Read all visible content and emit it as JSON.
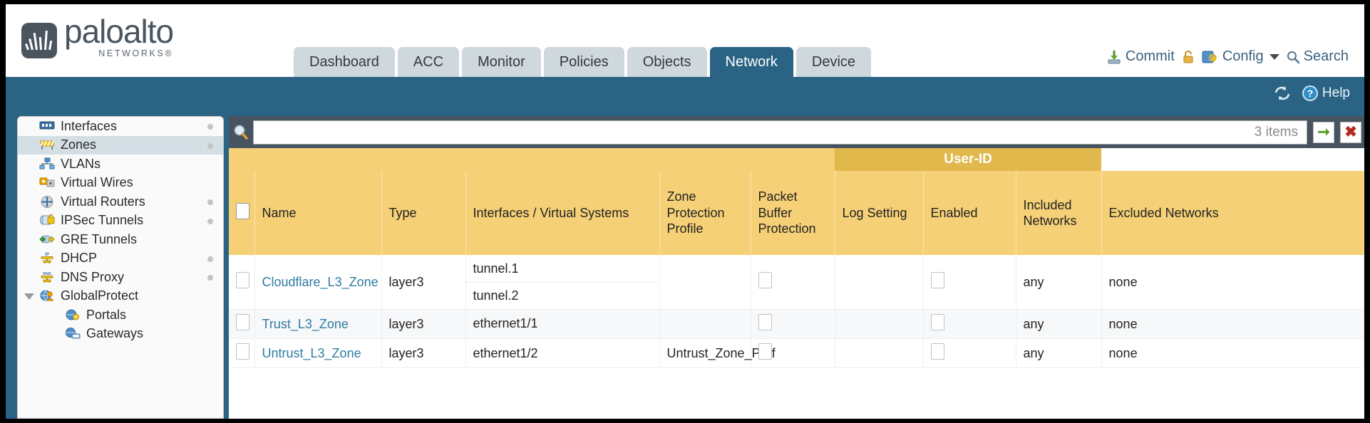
{
  "brand": {
    "name": "paloalto",
    "tagline": "NETWORKS®",
    "logo_icon": "paloalto-logo-icon"
  },
  "nav": {
    "tabs": [
      {
        "label": "Dashboard",
        "active": false
      },
      {
        "label": "ACC",
        "active": false
      },
      {
        "label": "Monitor",
        "active": false
      },
      {
        "label": "Policies",
        "active": false
      },
      {
        "label": "Objects",
        "active": false
      },
      {
        "label": "Network",
        "active": true
      },
      {
        "label": "Device",
        "active": false
      }
    ]
  },
  "topright": {
    "commit_label": "Commit",
    "commit_icon": "commit-save-icon",
    "lock_icon": "padlock-icon",
    "config_label": "Config",
    "config_icon": "config-wrench-icon",
    "config_caret": "chevron-down-icon",
    "search_label": "Search",
    "search_icon": "magnifier-icon"
  },
  "bluebar": {
    "refresh_icon": "refresh-icon",
    "help_label": "Help",
    "help_icon": "help-question-icon"
  },
  "sidebar": {
    "items": [
      {
        "label": "Interfaces",
        "icon": "interfaces-icon",
        "selected": false,
        "dot": true,
        "child": false,
        "tri": false
      },
      {
        "label": "Zones",
        "icon": "zones-icon",
        "selected": true,
        "dot": true,
        "child": false,
        "tri": false
      },
      {
        "label": "VLANs",
        "icon": "vlans-icon",
        "selected": false,
        "dot": false,
        "child": false,
        "tri": false
      },
      {
        "label": "Virtual Wires",
        "icon": "virtual-wires-icon",
        "selected": false,
        "dot": false,
        "child": false,
        "tri": false
      },
      {
        "label": "Virtual Routers",
        "icon": "virtual-routers-icon",
        "selected": false,
        "dot": true,
        "child": false,
        "tri": false
      },
      {
        "label": "IPSec Tunnels",
        "icon": "ipsec-tunnels-icon",
        "selected": false,
        "dot": true,
        "child": false,
        "tri": false
      },
      {
        "label": "GRE Tunnels",
        "icon": "gre-tunnels-icon",
        "selected": false,
        "dot": false,
        "child": false,
        "tri": false
      },
      {
        "label": "DHCP",
        "icon": "dhcp-icon",
        "selected": false,
        "dot": true,
        "child": false,
        "tri": false
      },
      {
        "label": "DNS Proxy",
        "icon": "dns-proxy-icon",
        "selected": false,
        "dot": true,
        "child": false,
        "tri": false
      },
      {
        "label": "GlobalProtect",
        "icon": "globalprotect-icon",
        "selected": false,
        "dot": false,
        "child": false,
        "tri": true
      },
      {
        "label": "Portals",
        "icon": "portals-icon",
        "selected": false,
        "dot": false,
        "child": true,
        "tri": false
      },
      {
        "label": "Gateways",
        "icon": "gateways-icon",
        "selected": false,
        "dot": false,
        "child": true,
        "tri": false
      }
    ]
  },
  "toolbar": {
    "search_icon": "magnifier-icon",
    "search_value": "",
    "search_placeholder": "",
    "items_count": "3 items",
    "apply_icon": "green-arrow-icon",
    "clear_icon": "red-x-icon"
  },
  "table": {
    "group_header": {
      "label": "User-ID",
      "span": 3
    },
    "columns": [
      "Name",
      "Type",
      "Interfaces / Virtual Systems",
      "Zone Protection Profile",
      "Packet Buffer Protection",
      "Log Setting",
      "Enabled",
      "Included Networks",
      "Excluded Networks"
    ],
    "rows": [
      {
        "checked": false,
        "name": "Cloudflare_L3_Zone",
        "type": "layer3",
        "interfaces": [
          "tunnel.1",
          "tunnel.2"
        ],
        "zone_protection_profile": "",
        "packet_buffer_protection": false,
        "log_setting": "",
        "userid_enabled": false,
        "included_networks": "any",
        "excluded_networks": "none"
      },
      {
        "checked": false,
        "name": "Trust_L3_Zone",
        "type": "layer3",
        "interfaces": [
          "ethernet1/1"
        ],
        "zone_protection_profile": "",
        "packet_buffer_protection": false,
        "log_setting": "",
        "userid_enabled": false,
        "included_networks": "any",
        "excluded_networks": "none"
      },
      {
        "checked": false,
        "name": "Untrust_L3_Zone",
        "type": "layer3",
        "interfaces": [
          "ethernet1/2"
        ],
        "zone_protection_profile": "Untrust_Zone_Prof",
        "packet_buffer_protection": false,
        "log_setting": "",
        "userid_enabled": false,
        "included_networks": "any",
        "excluded_networks": "none"
      }
    ]
  },
  "colors": {
    "brand_blue": "#2b6384",
    "tab_inactive": "#cfd8dc",
    "header_gold": "#f5d076",
    "group_gold": "#e0b84c",
    "link_blue": "#2f7ca3",
    "panel_dark": "#475460"
  }
}
